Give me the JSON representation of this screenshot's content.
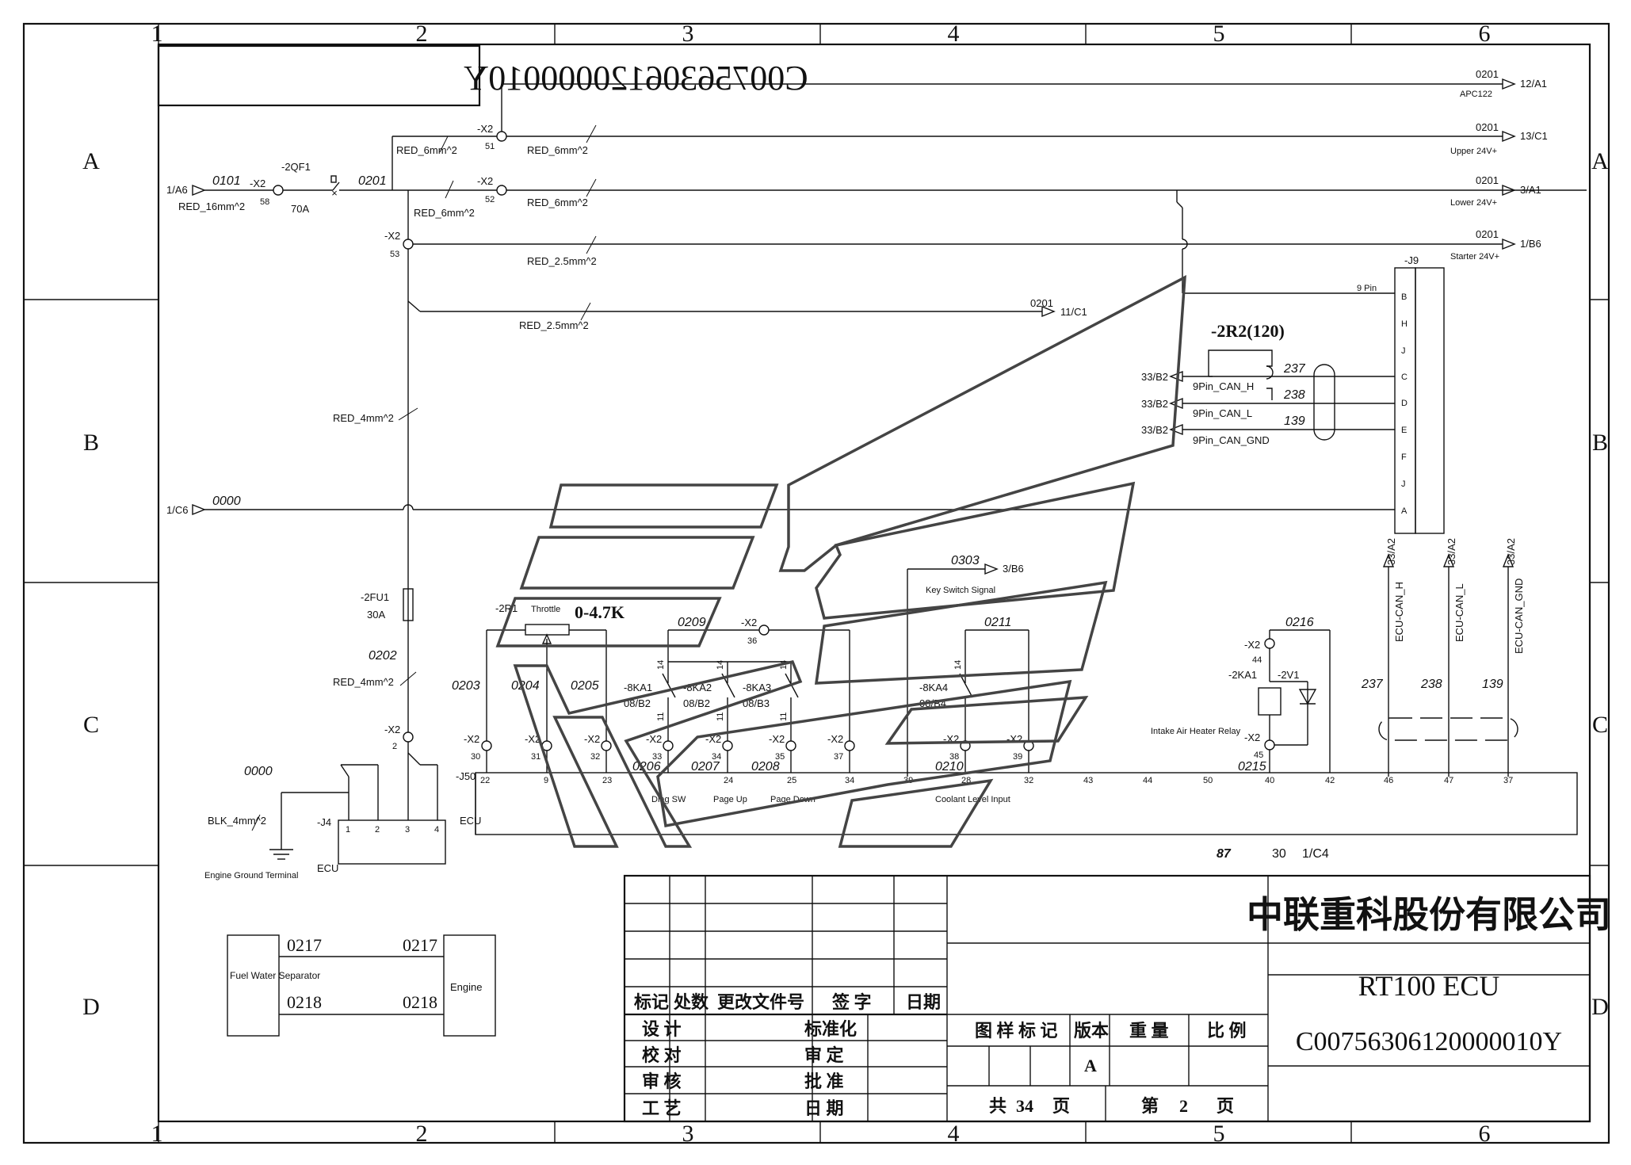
{
  "drawing_id_mirrored": "C00756306120000010Y",
  "frame": {
    "cols": [
      "1",
      "2",
      "3",
      "4",
      "5",
      "6"
    ],
    "rows": [
      "A",
      "B",
      "C",
      "D"
    ]
  },
  "wiring": {
    "inputs": {
      "supply_ref": "1/A6",
      "supply_wire": "0101",
      "supply_cable": "RED_16mm^2",
      "ground_ref": "1/C6",
      "ground_wire": "0000"
    },
    "breaker": {
      "ref": "-2QF1",
      "rating": "70A"
    },
    "fuse": {
      "ref": "-2FU1",
      "rating": "30A"
    },
    "terminal_x2": "-X2",
    "terminal_nums": {
      "t58": "58",
      "t51": "51",
      "t52": "52",
      "t53": "53",
      "t2": "2",
      "t36": "36",
      "t44": "44",
      "t45": "45"
    },
    "bus_wire": "0201",
    "cables": {
      "red6": "RED_6mm^2",
      "red25": "RED_2.5mm^2",
      "red4": "RED_4mm^2",
      "blk4": "BLK_4mm^2"
    },
    "outputs": [
      {
        "wire": "0201",
        "ref": "12/A1",
        "desc": "APC122"
      },
      {
        "wire": "0201",
        "ref": "13/C1",
        "desc": "Upper 24V+"
      },
      {
        "wire": "0201",
        "ref": "3/A1",
        "desc": "Lower 24V+"
      },
      {
        "wire": "0201",
        "ref": "1/B6",
        "desc": "Starter 24V+"
      },
      {
        "wire": "0201",
        "ref": "11/C1",
        "desc": ""
      }
    ],
    "connector_j9": {
      "ref": "-J9",
      "feed_label": "9 Pin",
      "pins": [
        "B",
        "H",
        "J",
        "C",
        "D",
        "E",
        "F",
        "J",
        "A"
      ]
    },
    "resistor_2r2": "-2R2(120)",
    "can_lines": [
      {
        "ref": "33/B2",
        "name": "9Pin_CAN_H",
        "wire": "237"
      },
      {
        "ref": "33/B2",
        "name": "9Pin_CAN_L",
        "wire": "238"
      },
      {
        "ref": "33/B2",
        "name": "9Pin_CAN_GND",
        "wire": "139"
      }
    ],
    "ecu_can": [
      {
        "ref": "33/A2",
        "name": "ECU-CAN_H",
        "wire": "237"
      },
      {
        "ref": "33/A2",
        "name": "ECU-CAN_L",
        "wire": "238"
      },
      {
        "ref": "33/A2",
        "name": "ECU-CAN_GND",
        "wire": "139"
      }
    ],
    "wire_0202": "0202",
    "throttle": {
      "ref": "-2R1",
      "name": "Throttle",
      "range": "0-4.7K"
    },
    "wire_0209": "0209",
    "relays": [
      {
        "ref": "-8KA1",
        "page": "08/B2"
      },
      {
        "ref": "-8KA2",
        "page": "08/B2"
      },
      {
        "ref": "-8KA3",
        "page": "08/B3"
      },
      {
        "ref": "-8KA4",
        "page": "08/B4"
      }
    ],
    "relay_contacts": [
      "14",
      "14",
      "14",
      "14"
    ],
    "relay_contacts_lower": [
      "11",
      "11",
      "11"
    ],
    "x2_lower": [
      "30",
      "31",
      "32",
      "33",
      "34",
      "35",
      "37",
      "38",
      "39"
    ],
    "wire_numbers": {
      "w0203": "0203",
      "w0204": "0204",
      "w0205": "0205",
      "w0206": "0206",
      "w0207": "0207",
      "w0208": "0208",
      "w0210": "0210",
      "w0211": "0211",
      "w0215": "0215",
      "w0216": "0216",
      "w0303": "0303"
    },
    "key_switch": {
      "ref": "3/B6",
      "label": "Key Switch Signal"
    },
    "j50": {
      "ref": "-J50",
      "name": "ECU",
      "pins": [
        "22",
        "9",
        "23",
        "24",
        "25",
        "34",
        "39",
        "28",
        "32",
        "43",
        "44",
        "50",
        "40",
        "42",
        "46",
        "47",
        "37"
      ]
    },
    "j50_labels": [
      "Diag SW",
      "Page Up",
      "Page Down",
      "Coolant Level Input"
    ],
    "heater": {
      "ka": "-2KA1",
      "v": "-2V1",
      "label": "Intake Air Heater Relay"
    },
    "j4": {
      "ref": "-J4",
      "name": "ECU",
      "pins": [
        "1",
        "2",
        "3",
        "4"
      ],
      "ground_label": "Engine Ground Terminal"
    },
    "footer_ref": {
      "w87": "87",
      "w30": "30",
      "page": "1/C4"
    }
  },
  "fuel_water": {
    "left_label": "Fuel Water Separator",
    "right_label": "Engine",
    "top_wire": "0217",
    "bottom_wire": "0218"
  },
  "title_block": {
    "company": "中联重科股份有限公司",
    "product": "RT100 ECU",
    "drawing_no": "C00756306120000010Y",
    "rev_header": [
      "标记",
      "处数",
      "更改文件号",
      "签  字",
      "日期"
    ],
    "left_rows": [
      "设  计",
      "校  对",
      "审  核",
      "工  艺"
    ],
    "mid_rows": [
      "标准化",
      "审  定",
      "批  准",
      "日  期"
    ],
    "cols_header": [
      "图 样 标 记",
      "版本",
      "重 量",
      "比 例"
    ],
    "version": "A",
    "total_label": "共",
    "total_pages": "34",
    "page_unit": "页",
    "page_label": "第",
    "page_no": "2"
  }
}
